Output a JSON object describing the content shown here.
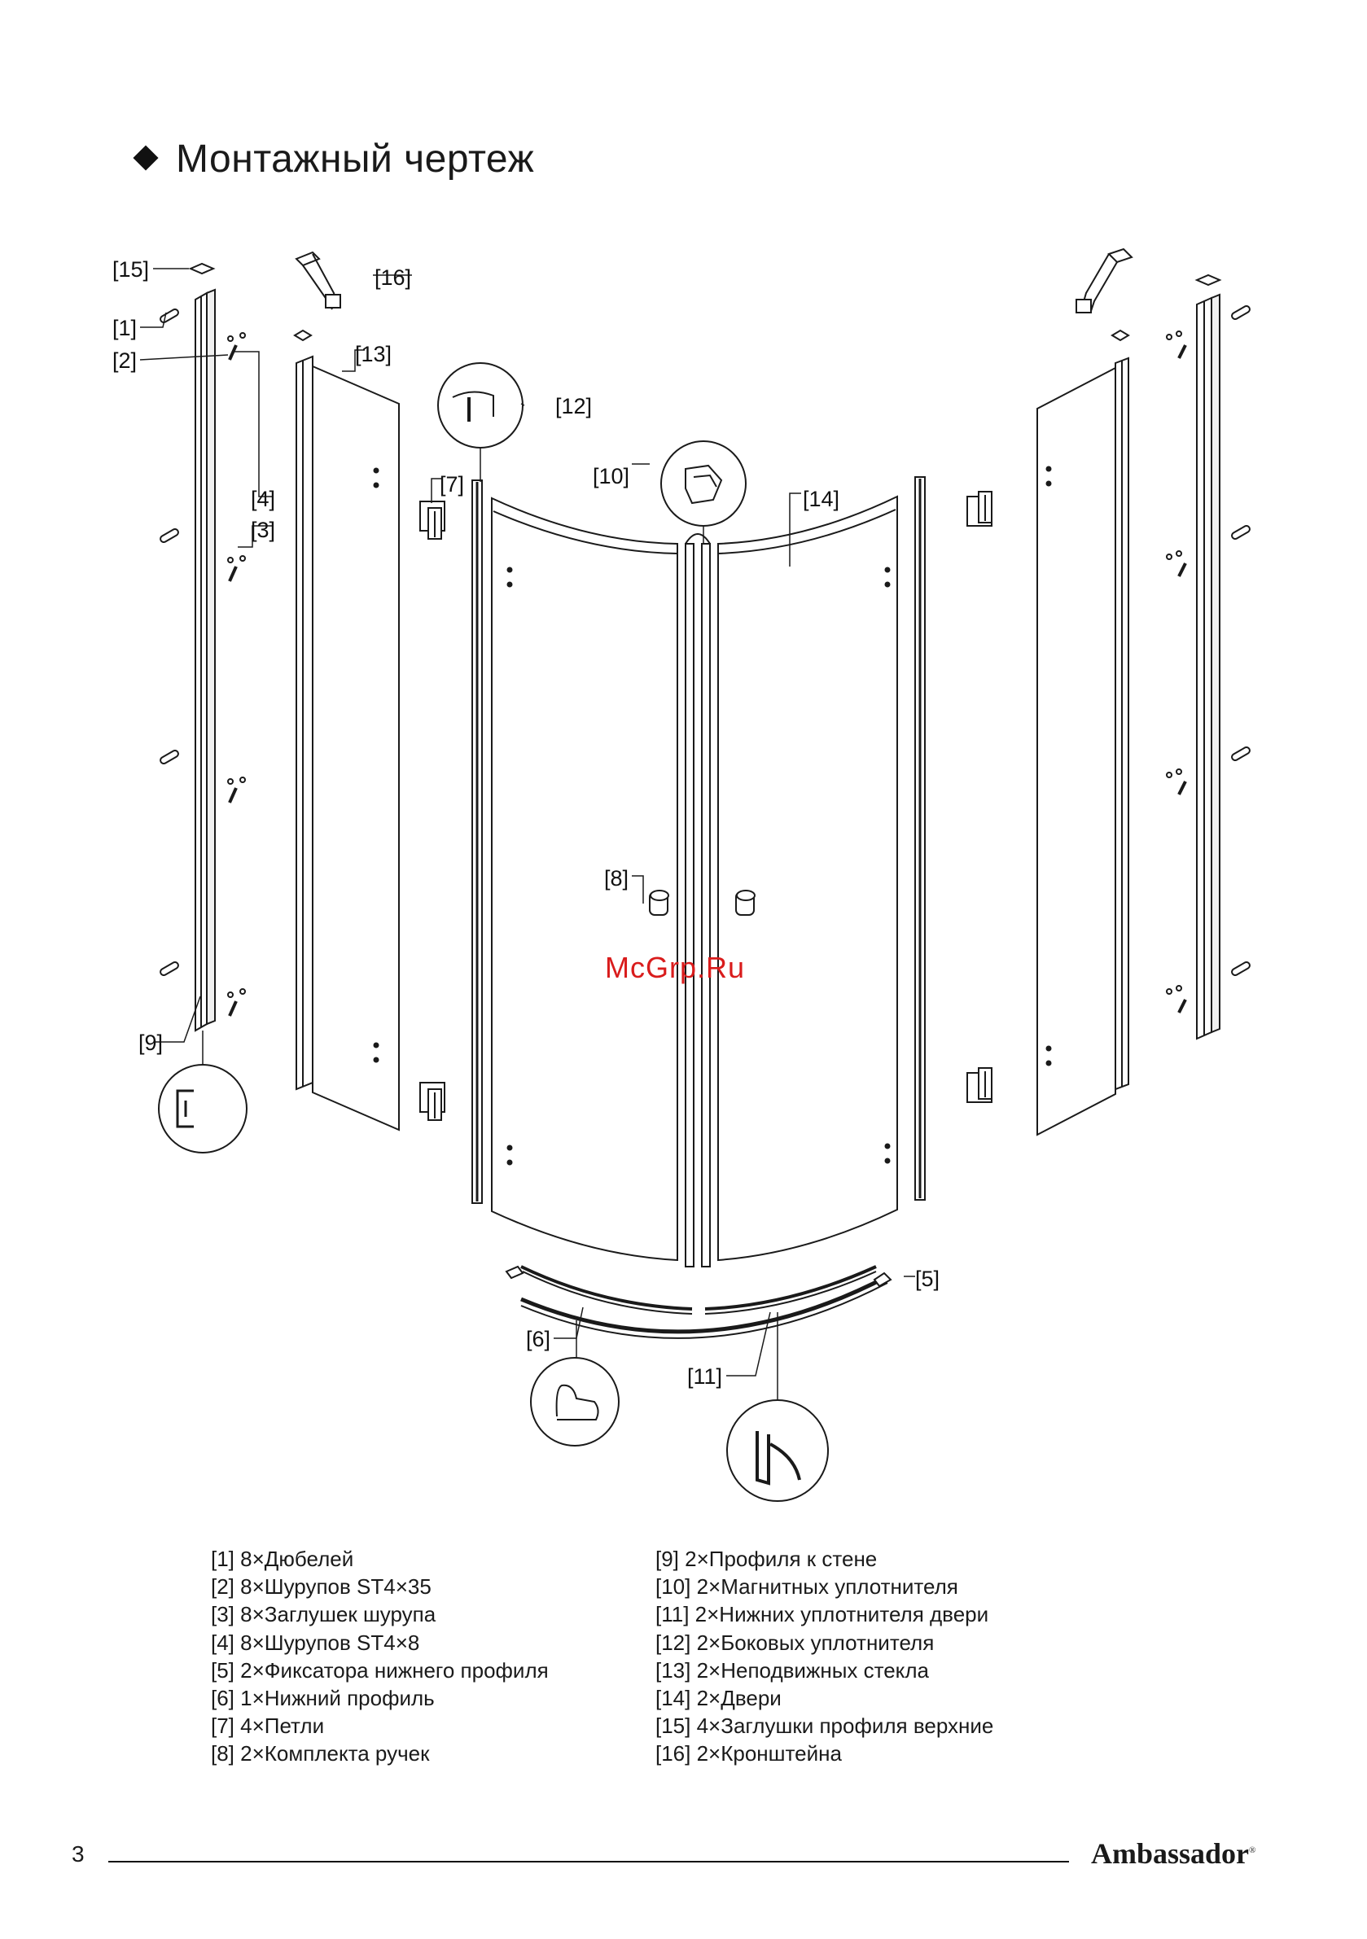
{
  "title": "Монтажный чертеж",
  "callouts": {
    "c1": "[1]",
    "c2": "[2]",
    "c3": "[3]",
    "c4": "[4]",
    "c5": "[5]",
    "c6": "[6]",
    "c7": "[7]",
    "c8": "[8]",
    "c9": "[9]",
    "c10": "[10]",
    "c11": "[11]",
    "c12": "[12]",
    "c13": "[13]",
    "c14": "[14]",
    "c15": "[15]",
    "c16": "[16]"
  },
  "watermark": "McGrp.Ru",
  "legend_left": [
    "[1] 8×Дюбелей",
    "[2] 8×Шурупов ST4×35",
    "[3] 8×Заглушек шурупа",
    "[4] 8×Шурупов ST4×8",
    "[5] 2×Фиксатора нижнего профиля",
    "[6] 1×Нижний профиль",
    "[7] 4×Петли",
    "[8] 2×Комплекта ручек"
  ],
  "legend_right": [
    "[9] 2×Профиля к стене",
    "[10] 2×Магнитных уплотнителя",
    "[11] 2×Нижних уплотнителя двери",
    "[12] 2×Боковых уплотнителя",
    "[13] 2×Неподвижных стекла",
    "[14] 2×Двери",
    "[15] 4×Заглушки профиля верхние",
    "[16] 2×Кронштейна"
  ],
  "footer": {
    "page_number": "3",
    "brand": "Ambassador",
    "registered_mark": "®"
  },
  "colors": {
    "line": "#1a1a1a",
    "watermark": "#d91c1c"
  }
}
